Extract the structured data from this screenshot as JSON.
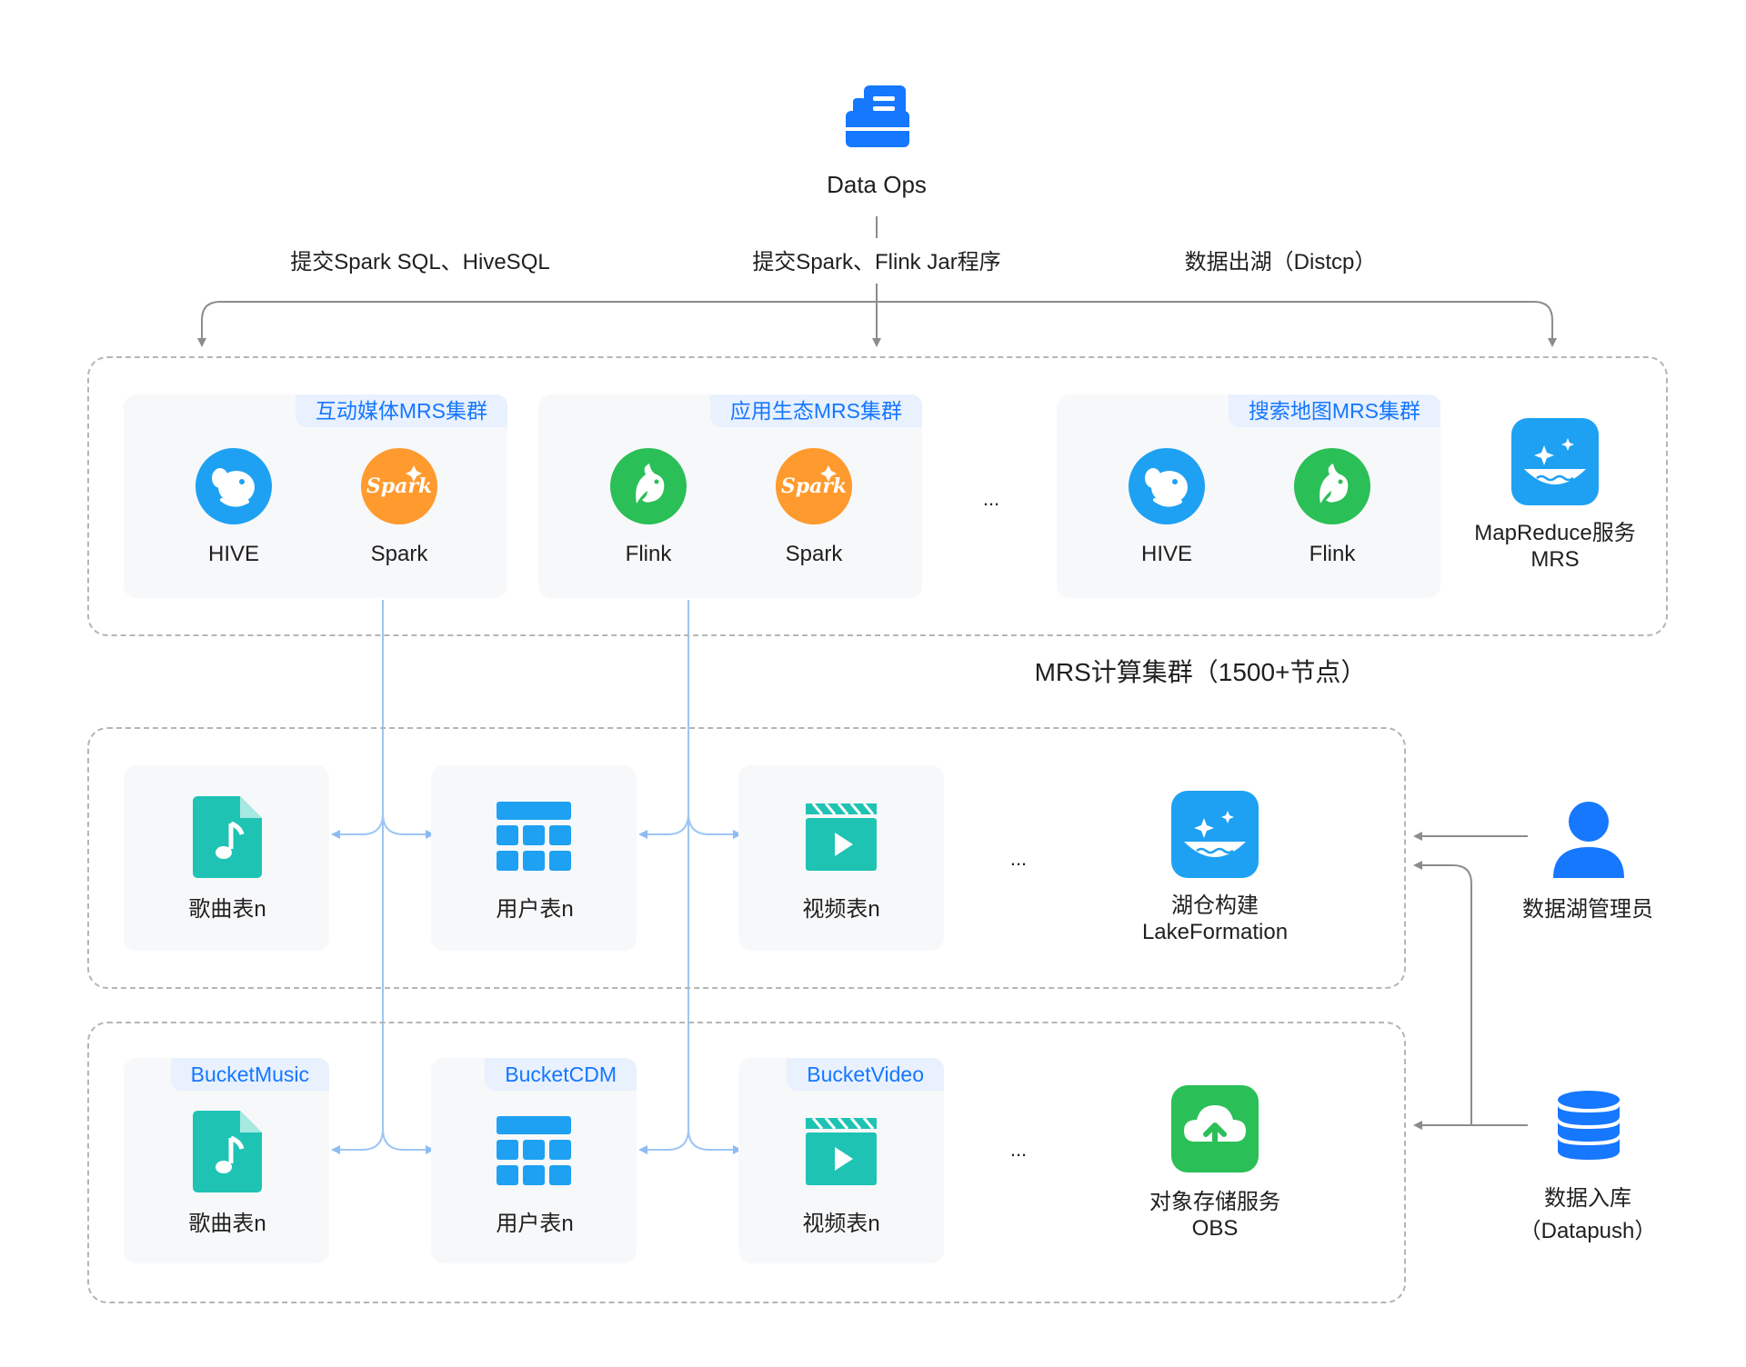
{
  "top": {
    "title": "Data Ops",
    "actions": [
      "提交Spark SQL、HiveSQL",
      "提交Spark、Flink Jar程序",
      "数据出湖（Distcp）"
    ]
  },
  "mrs": {
    "caption": "MRS计算集群（1500+节点）",
    "service_line1": "MapReduce服务",
    "service_line2": "MRS",
    "ellipsis": "...",
    "clusters": [
      {
        "name": "互动媒体MRS集群",
        "items": [
          {
            "label": "HIVE",
            "icon": "hive-icon"
          },
          {
            "label": "Spark",
            "icon": "spark-icon"
          }
        ]
      },
      {
        "name": "应用生态MRS集群",
        "items": [
          {
            "label": "Flink",
            "icon": "flink-icon"
          },
          {
            "label": "Spark",
            "icon": "spark-icon"
          }
        ]
      },
      {
        "name": "搜索地图MRS集群",
        "items": [
          {
            "label": "HIVE",
            "icon": "hive-icon"
          },
          {
            "label": "Flink",
            "icon": "flink-icon"
          }
        ]
      }
    ]
  },
  "lake": {
    "tables": [
      "歌曲表n",
      "用户表n",
      "视频表n"
    ],
    "ellipsis": "...",
    "service_line1": "湖仓构建",
    "service_line2": "LakeFormation"
  },
  "obs": {
    "buckets": [
      "BucketMusic",
      "BucketCDM",
      "BucketVideo"
    ],
    "tables": [
      "歌曲表n",
      "用户表n",
      "视频表n"
    ],
    "ellipsis": "...",
    "service_line1": "对象存储服务",
    "service_line2": "OBS"
  },
  "actors": {
    "admin": "数据湖管理员",
    "ingest_line1": "数据入库",
    "ingest_line2": "（Datapush）"
  },
  "colors": {
    "accent": "#1677ff",
    "hive": "#1ea1f2",
    "spark": "#ff9a2e",
    "flink": "#2bbf57",
    "table_teal": "#1fc3b4",
    "obs_green": "#2bbf57",
    "connector": "#9cc6f5"
  }
}
